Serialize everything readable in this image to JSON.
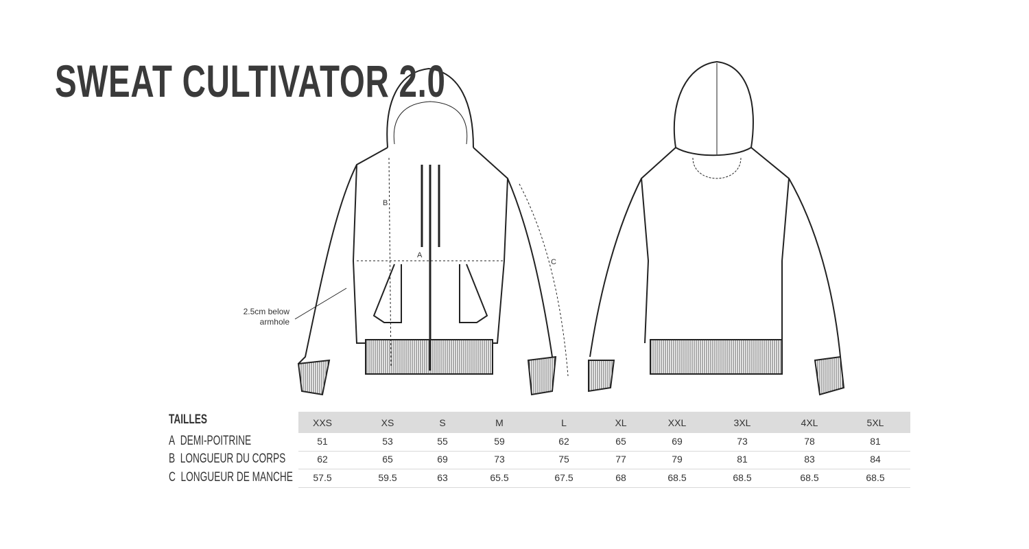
{
  "title": "SWEAT CULTIVATOR 2.0",
  "annotations": {
    "armhole_note_line1": "2.5cm below",
    "armhole_note_line2": "armhole",
    "label_a": "A",
    "label_b": "B",
    "label_c": "C"
  },
  "table": {
    "header_label": "TAILLES",
    "sizes": [
      "XXS",
      "XS",
      "S",
      "M",
      "L",
      "XL",
      "XXL",
      "3XL",
      "4XL",
      "5XL"
    ],
    "rows": [
      {
        "letter": "A",
        "label": "DEMI-POITRINE",
        "values": [
          "51",
          "53",
          "55",
          "59",
          "62",
          "65",
          "69",
          "73",
          "78",
          "81"
        ]
      },
      {
        "letter": "B",
        "label": "LONGUEUR DU CORPS",
        "values": [
          "62",
          "65",
          "69",
          "73",
          "75",
          "77",
          "79",
          "81",
          "83",
          "84"
        ]
      },
      {
        "letter": "C",
        "label": "LONGUEUR DE MANCHE",
        "values": [
          "57.5",
          "59.5",
          "63",
          "65.5",
          "67.5",
          "68",
          "68.5",
          "68.5",
          "68.5",
          "68.5"
        ]
      }
    ]
  }
}
